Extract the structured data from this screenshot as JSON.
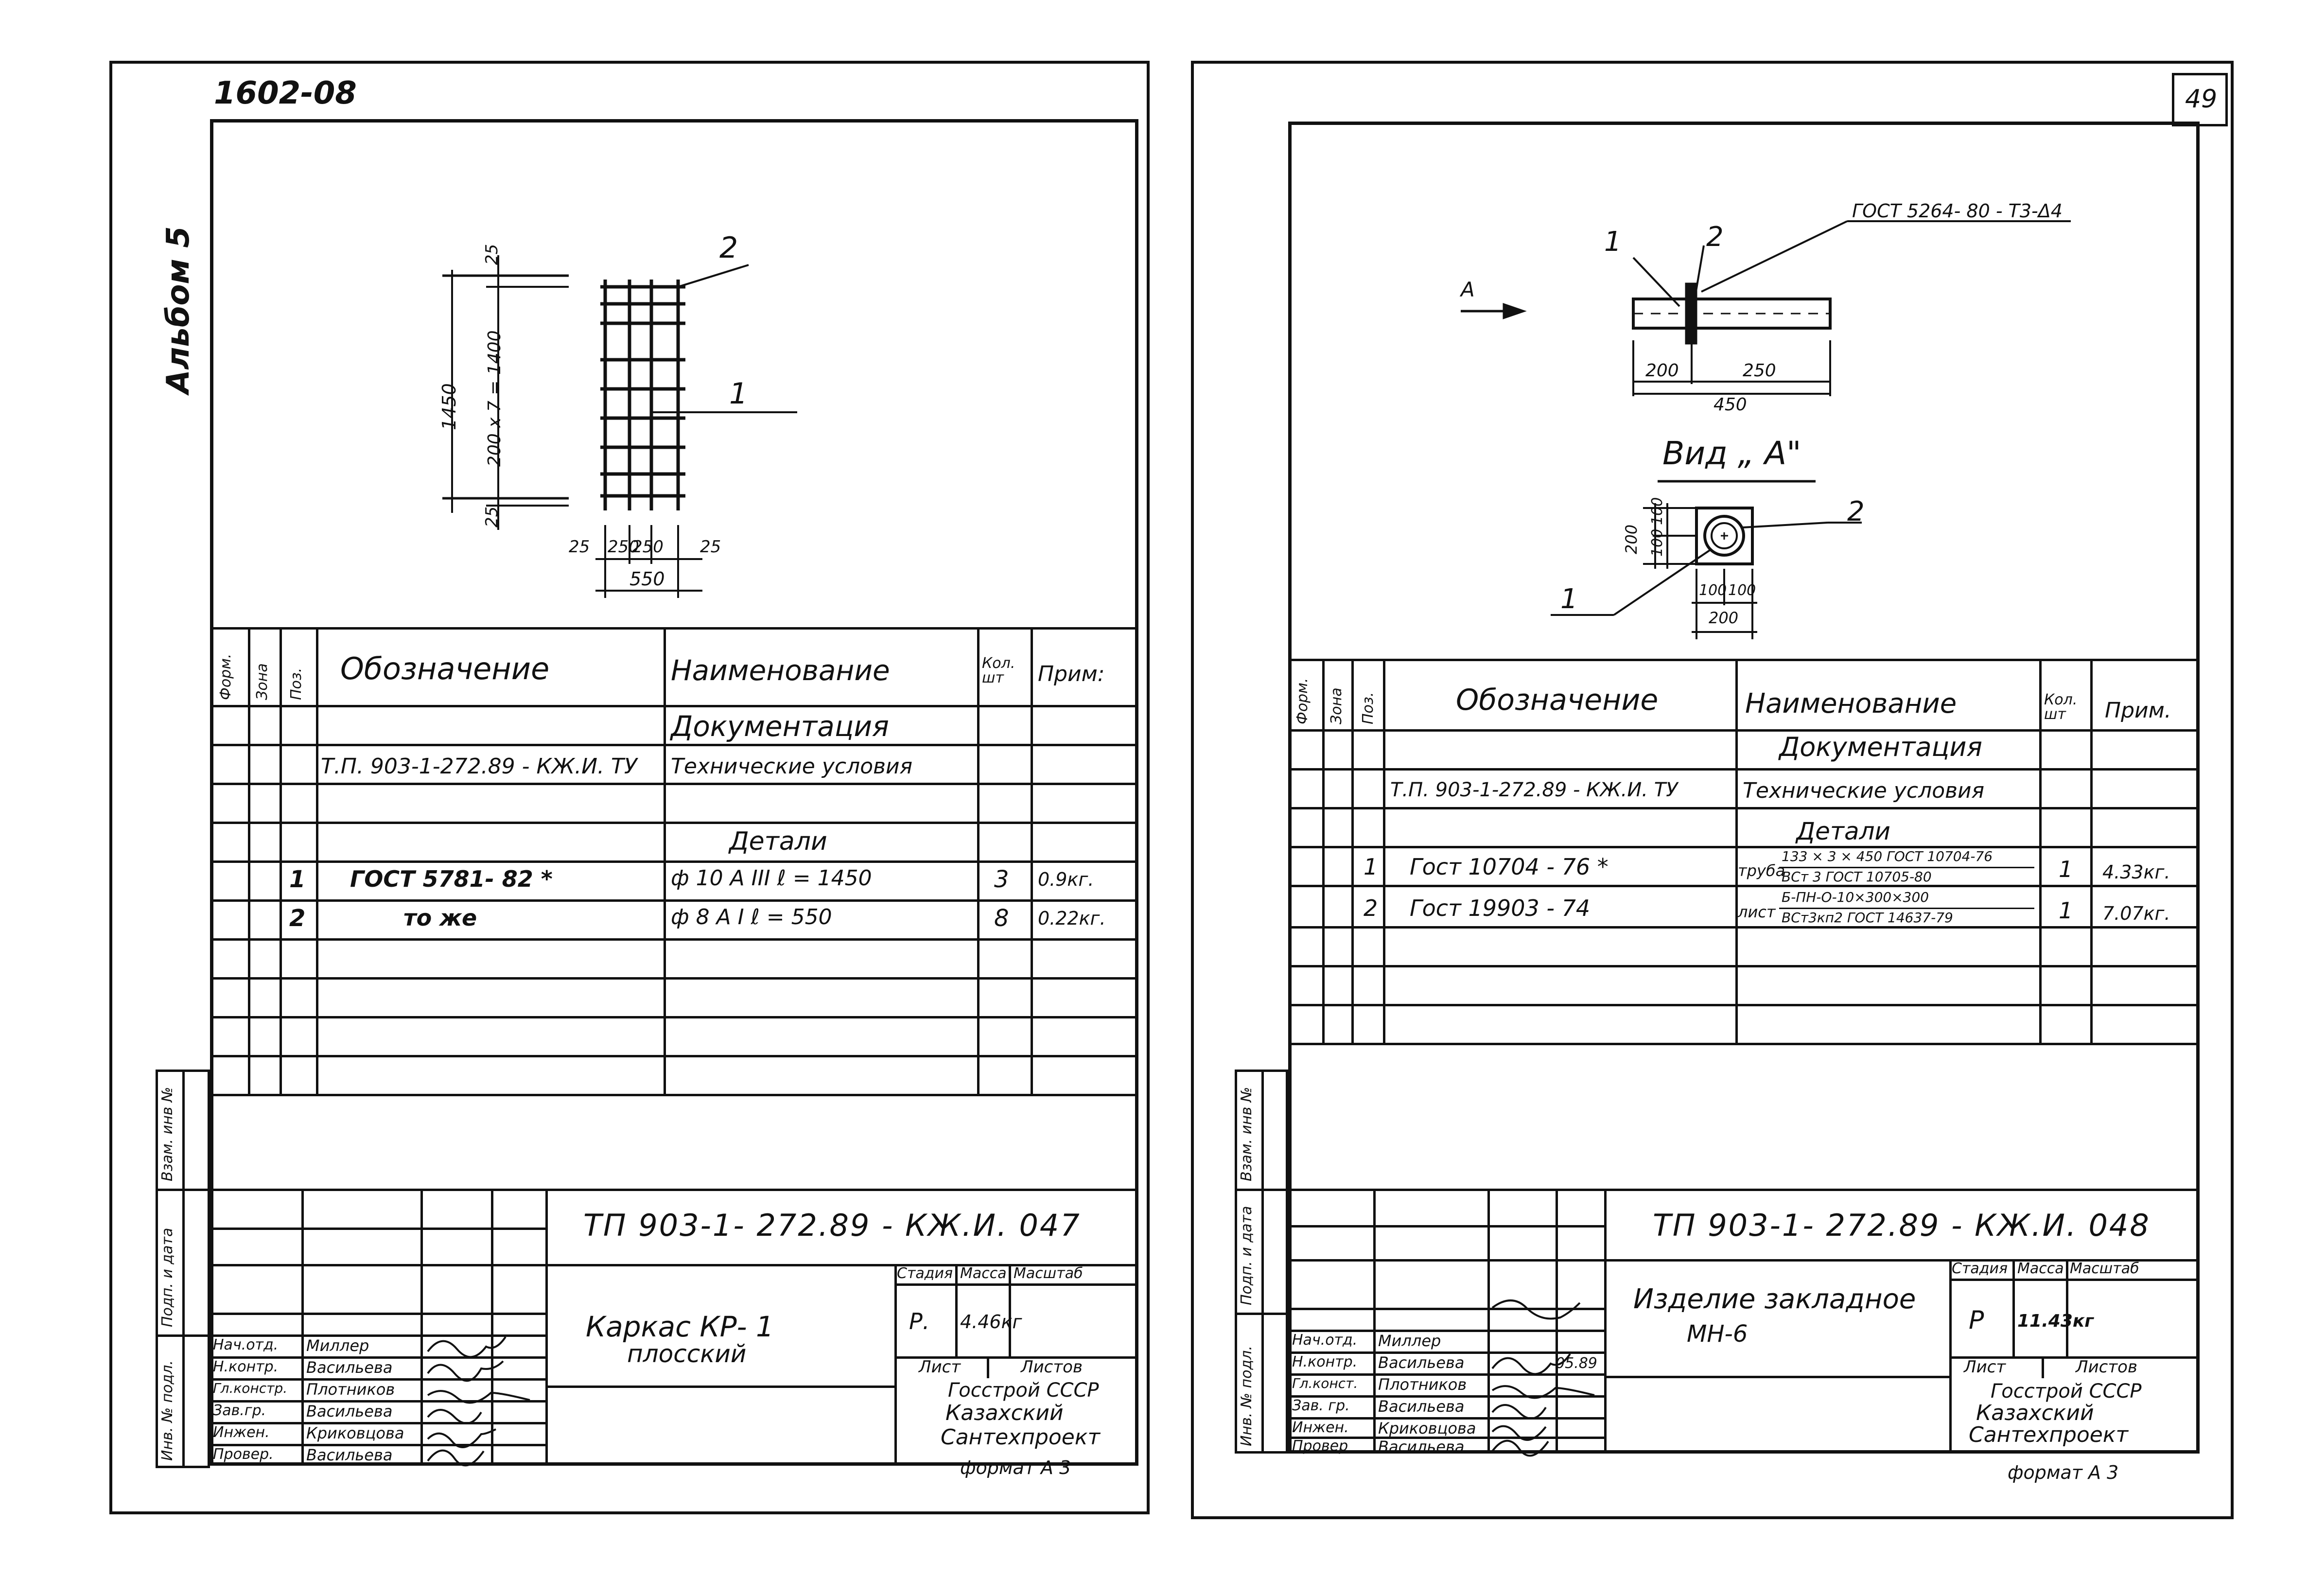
{
  "left": {
    "album_code": "1602-08",
    "album_label": "Альбом 5",
    "callouts": {
      "one": "1",
      "two": "2"
    },
    "dims": {
      "d25_top": "25",
      "d1450": "1450",
      "d200x7": "200 x 7 = 1400",
      "d25_bottom": "25",
      "b25a": "25",
      "b250a": "250",
      "b250b": "250",
      "b25b": "25",
      "b550": "550"
    },
    "spec_headers": {
      "form": "Форм.",
      "zone": "Зона",
      "pos": "Поз.",
      "designation": "Обозначение",
      "name": "Наименование",
      "qty": "Кол. шт",
      "note": "Прим:"
    },
    "rows": {
      "section_docs": "Документация",
      "doc_designation": "Т.П. 903-1-272.89 - КЖ.И. ТУ",
      "doc_name": "Технические условия",
      "section_details": "Детали",
      "r1_pos": "1",
      "r1_designation": "ГОСТ 5781- 82 *",
      "r1_name": "ф 10 А III   ℓ = 1450",
      "r1_qty": "3",
      "r1_note": "0.9кг.",
      "r2_pos": "2",
      "r2_designation": "то   же",
      "r2_name": "ф 8 А I   ℓ = 550",
      "r2_qty": "8",
      "r2_note": "0.22кг."
    },
    "side_stamp": {
      "vzam": "Взам. инв №",
      "podp": "Подп. и дата",
      "inv": "Инв. № подл."
    },
    "title_block": {
      "code": "ТП 903-1- 272.89   - КЖ.И. 047",
      "name1": "Каркас  КР- 1",
      "name2": "плосский",
      "stage_h": "Стадия",
      "mass_h": "Масса",
      "scale_h": "Масштаб",
      "stage": "Р.",
      "mass": "4.46кг",
      "sheet_h": "Лист",
      "sheets_h": "Листов",
      "org1": "Госстрой  СССР",
      "org2": "Казахский",
      "org3": "Сантехпроект",
      "format": "формат А 3",
      "roles": [
        "Нач.отд.",
        "Н.контр.",
        "Гл.констр.",
        "Зав.гр.",
        "Инжен.",
        "Провер."
      ],
      "names": [
        "Миллер",
        "Васильева",
        "Плотников",
        "Васильева",
        "Криковцова",
        "Васильева"
      ]
    }
  },
  "right": {
    "page_number": "49",
    "gost_label": "ГОСТ 5264- 80 - Т3-Δ4",
    "arrow_label": "А",
    "callouts": {
      "one": "1",
      "two": "2",
      "one_b": "1",
      "two_b": "2"
    },
    "dims": {
      "d200": "200",
      "d250": "250",
      "d450": "450",
      "v200": "200",
      "v100a": "100",
      "v100b": "100",
      "h100a": "100",
      "h100b": "100",
      "h200": "200"
    },
    "view_label": "Вид „ А\"",
    "spec_headers": {
      "form": "Форм.",
      "zone": "Зона",
      "pos": "Поз.",
      "designation": "Обозначение",
      "name": "Наименование",
      "qty": "Кол. шт",
      "note": "Прим."
    },
    "rows": {
      "section_docs": "Документация",
      "doc_designation": "Т.П. 903-1-272.89 - КЖ.И. ТУ",
      "doc_name": "Технические условия",
      "section_details": "Детали",
      "r1_pos": "1",
      "r1_designation": "Гост   10704 - 76 *",
      "r1_prefix": "труба",
      "r1_name_top": "133 × 3 × 450 ГОСТ 10704-76",
      "r1_name_bot": "ВСт 3 ГОСТ 10705-80",
      "r1_qty": "1",
      "r1_note": "4.33кг.",
      "r2_pos": "2",
      "r2_designation": "Гост   19903 - 74",
      "r2_prefix": "лист",
      "r2_name_top": "Б-ПН-О-10×300×300",
      "r2_name_bot": "ВСт3кп2 ГОСТ 14637-79",
      "r2_qty": "1",
      "r2_note": "7.07кг."
    },
    "side_stamp": {
      "vzam": "Взам. инв №",
      "podp": "Подп. и дата",
      "inv": "Инв. № подл."
    },
    "title_block": {
      "code": "ТП 903-1- 272.89   - КЖ.И. 048",
      "name1": "Изделие  закладное",
      "name2": "МН-6",
      "stage_h": "Стадия",
      "mass_h": "Масса",
      "scale_h": "Масштаб",
      "stage": "Р",
      "mass": "11.43кг",
      "sheet_h": "Лист",
      "sheets_h": "Листов",
      "org1": "Госстрой  СССР",
      "org2": "Казахский",
      "org3": "Сантехпроект",
      "format": "формат А 3",
      "date": "05.89",
      "roles": [
        "Нач.отд.",
        "Н.контр.",
        "Гл.конст.",
        "Зав. гр.",
        "Инжен.",
        "Провер"
      ],
      "names": [
        "Миллер",
        "Васильева",
        "Плотников",
        "Васильева",
        "Криковцова",
        "Васильева"
      ]
    }
  }
}
